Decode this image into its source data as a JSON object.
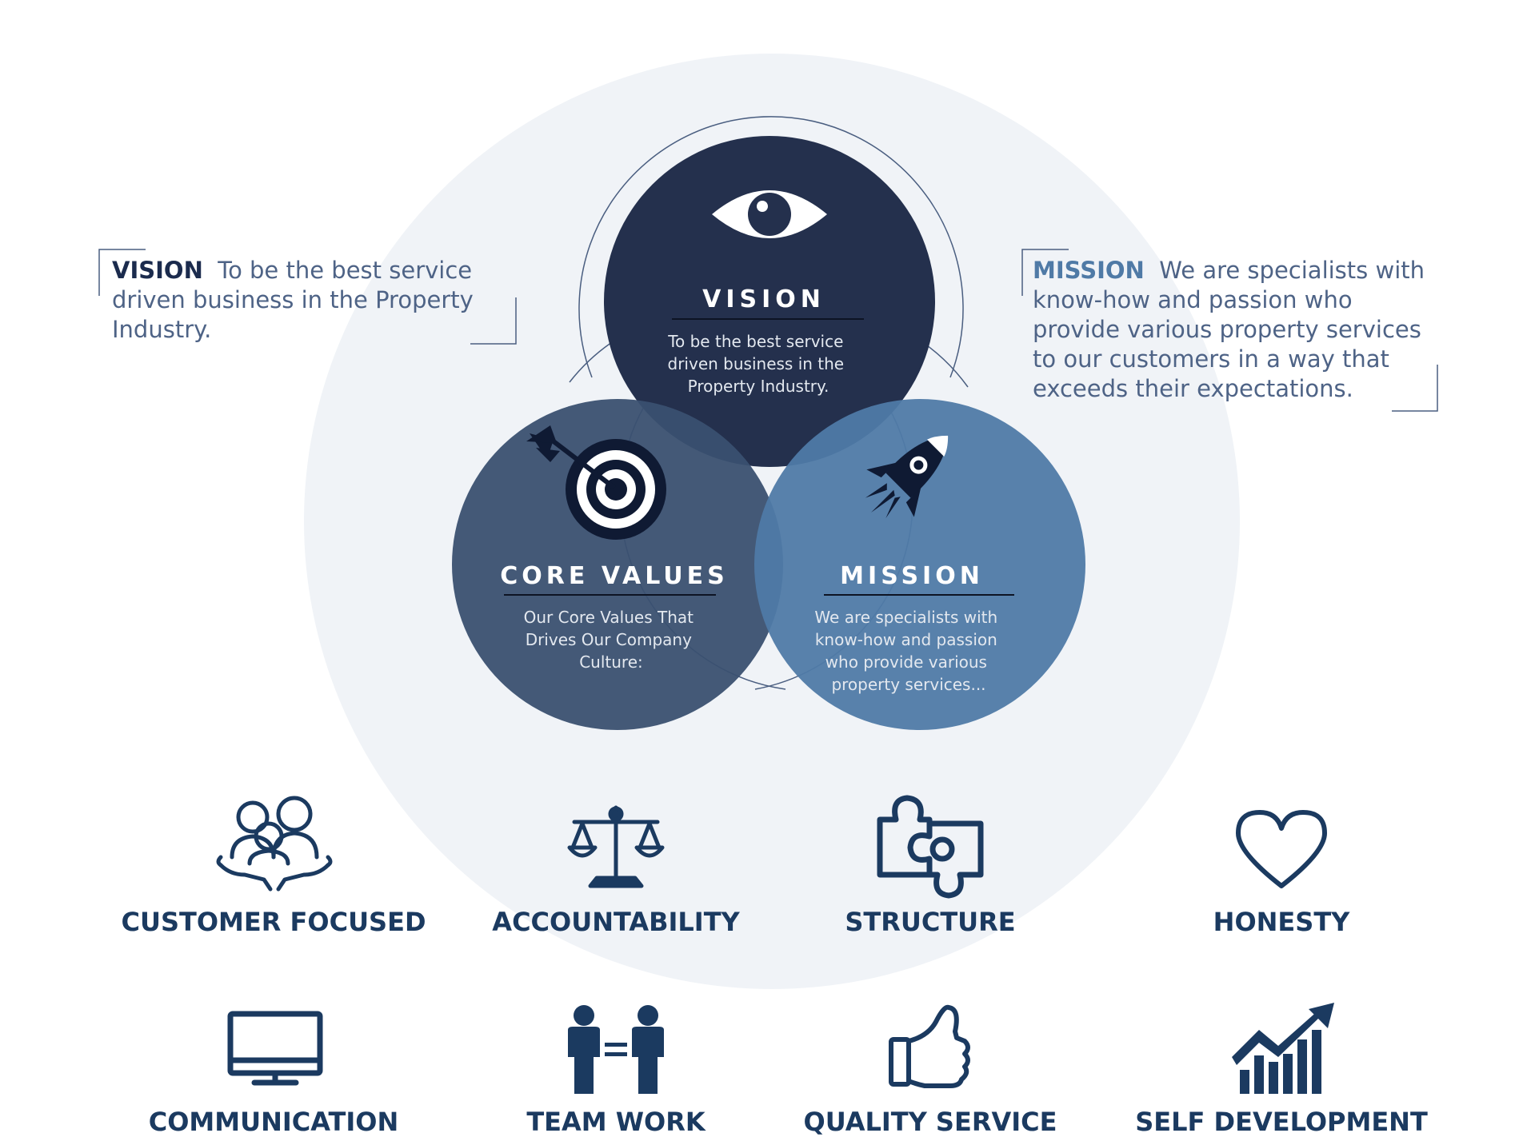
{
  "vision_callout": {
    "heading": "VISION",
    "body": "To be the best service driven business in the Property Industry."
  },
  "mission_callout": {
    "heading": "MISSION",
    "body": "We are specialists with know-how and passion who provide various property services to our customers in a way that exceeds their expectations."
  },
  "circles": {
    "vision": {
      "title": "VISION",
      "lines": [
        "To be the best service",
        "driven business in the",
        "Property Industry."
      ],
      "icon": "eye-icon",
      "color": "#24304d"
    },
    "core_values": {
      "title": "CORE VALUES",
      "lines": [
        "Our Core Values That",
        "Drives Our Company",
        "Culture:"
      ],
      "icon": "target-icon",
      "color": "#3a5070"
    },
    "mission": {
      "title": "MISSION",
      "lines": [
        "We are specialists with",
        "know-how and passion",
        "who provide various",
        "property services..."
      ],
      "icon": "rocket-icon",
      "color": "#4f7aa6"
    }
  },
  "values": [
    {
      "label": "CUSTOMER FOCUSED",
      "icon": "customer-care-icon"
    },
    {
      "label": "ACCOUNTABILITY",
      "icon": "scales-icon"
    },
    {
      "label": "STRUCTURE",
      "icon": "puzzle-icon"
    },
    {
      "label": "HONESTY",
      "icon": "heart-icon"
    },
    {
      "label": "COMMUNICATION",
      "icon": "monitor-icon"
    },
    {
      "label": "TEAM WORK",
      "icon": "team-equal-icon"
    },
    {
      "label": "QUALITY SERVICE",
      "icon": "thumbs-up-icon"
    },
    {
      "label": "SELF DEVELOPMENT",
      "icon": "growth-chart-icon"
    }
  ],
  "colors": {
    "navy": "#1b3a60",
    "dark": "#24304d",
    "bg_circle": "#f0f3f7"
  }
}
